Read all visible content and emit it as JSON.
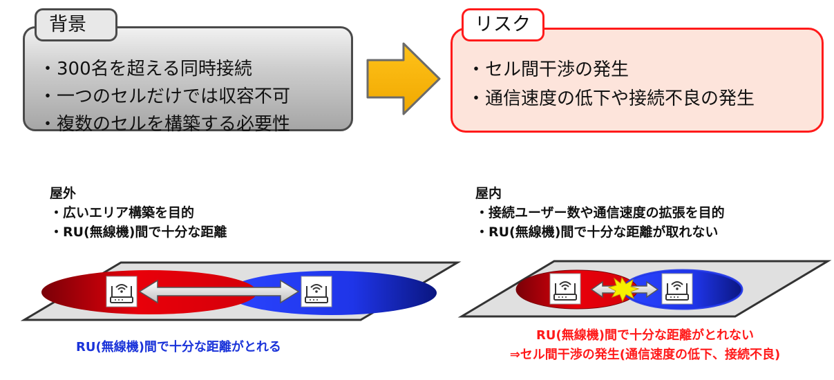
{
  "background": {
    "title": "背景",
    "items": [
      "・300名を超える同時接続",
      "・一つのセルだけでは収容不可",
      "・複数のセルを構築する必要性"
    ]
  },
  "risk": {
    "title": "リスク",
    "items": [
      "・セル間干渉の発生",
      "・通信速度の低下や接続不良の発生"
    ]
  },
  "outdoor": {
    "title": "屋外",
    "items": [
      "・広いエリア構築を目的",
      "・RU(無線機)間で十分な距離"
    ],
    "caption": "RU(無線機)間で十分な距離がとれる"
  },
  "indoor": {
    "title": "屋内",
    "items": [
      "・接続ユーザー数や通信速度の拡張を目的",
      "・RU(無線機)間で十分な距離が取れない"
    ],
    "caption_lines": [
      "RU(無線機)間で十分な距離がとれない",
      "⇒セル間干渉の発生(通信速度の低下、接続不良)"
    ]
  },
  "colors": {
    "accent_red": "#ff1a1a",
    "accent_blue": "#1a33d9",
    "arrow": "#f5b400",
    "cell_red": "#e8000a",
    "cell_blue": "#1f35e8"
  },
  "icons": [
    "router-icon",
    "double-arrow-icon",
    "collision-icon",
    "right-arrow-icon"
  ]
}
